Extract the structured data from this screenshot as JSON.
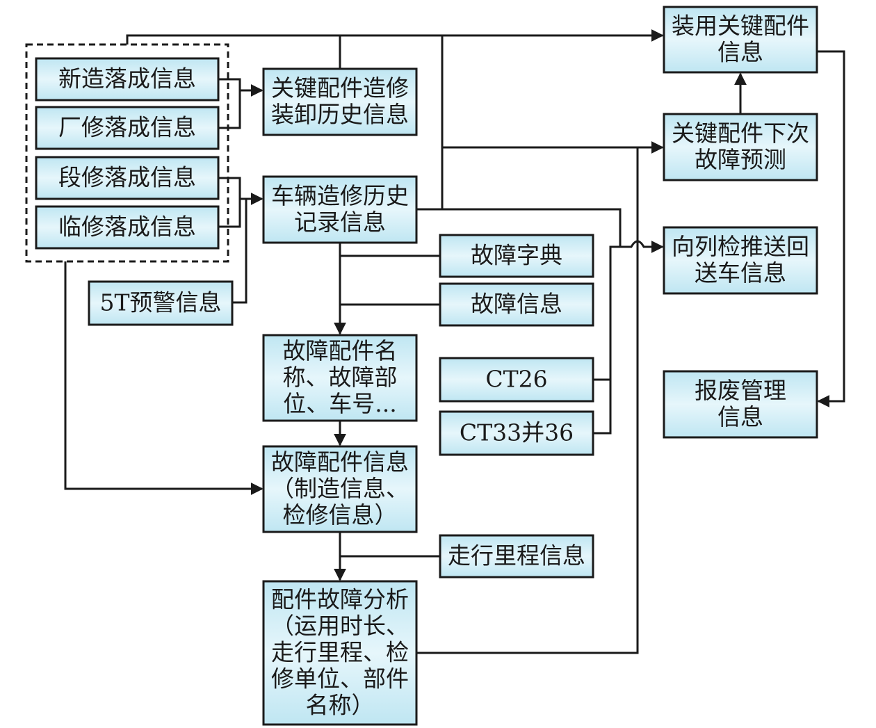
{
  "diagram": {
    "type": "flowchart",
    "title": "",
    "colors": {
      "box_fill_edge": "#bfe6f2",
      "box_fill_center": "#e6f6fb",
      "stroke": "#1a1a1a",
      "background": "#ffffff"
    },
    "groups": [
      {
        "id": "completion_group",
        "label": "",
        "style": "dashed",
        "members": [
          "new_build",
          "factory_repair",
          "depot_repair",
          "temp_repair"
        ]
      }
    ],
    "nodes": [
      {
        "id": "new_build",
        "lines": [
          "新造落成信息"
        ]
      },
      {
        "id": "factory_repair",
        "lines": [
          "厂修落成信息"
        ]
      },
      {
        "id": "depot_repair",
        "lines": [
          "段修落成信息"
        ]
      },
      {
        "id": "temp_repair",
        "lines": [
          "临修落成信息"
        ]
      },
      {
        "id": "key_part_history",
        "lines": [
          "关键配件造修",
          "装卸历史信息"
        ]
      },
      {
        "id": "vehicle_history",
        "lines": [
          "车辆造修历史",
          "记录信息"
        ]
      },
      {
        "id": "warning_5t",
        "lines": [
          "5T预警信息"
        ]
      },
      {
        "id": "fault_dict",
        "lines": [
          "故障字典"
        ]
      },
      {
        "id": "fault_info",
        "lines": [
          "故障信息"
        ]
      },
      {
        "id": "fault_part_name",
        "lines": [
          "故障配件名",
          "称、故障部",
          "位、车号..."
        ]
      },
      {
        "id": "fault_part_info",
        "lines": [
          "故障配件信息",
          "（制造信息、",
          "检修信息）"
        ]
      },
      {
        "id": "mileage_info",
        "lines": [
          "走行里程信息"
        ]
      },
      {
        "id": "part_fault_analysis",
        "lines": [
          "配件故障分析",
          "（运用时长、",
          "走行里程、检",
          "修单位、部件",
          "名称）"
        ]
      },
      {
        "id": "ct26",
        "lines": [
          "CT26"
        ]
      },
      {
        "id": "ct33_36",
        "lines": [
          "CT33并36"
        ]
      },
      {
        "id": "installed_key_parts",
        "lines": [
          "装用关键配件",
          "信息"
        ]
      },
      {
        "id": "next_fault_prediction",
        "lines": [
          "关键配件下次",
          "故障预测"
        ]
      },
      {
        "id": "push_to_inspection",
        "lines": [
          "向列检推送回",
          "送车信息"
        ]
      },
      {
        "id": "scrap_management",
        "lines": [
          "报废管理",
          "信息"
        ]
      }
    ],
    "edges": [
      {
        "from": "new_build",
        "to": "key_part_history"
      },
      {
        "from": "factory_repair",
        "to": "key_part_history"
      },
      {
        "from": "depot_repair",
        "to": "vehicle_history"
      },
      {
        "from": "temp_repair",
        "to": "vehicle_history"
      },
      {
        "from": "warning_5t",
        "to": "vehicle_history"
      },
      {
        "from": "completion_group",
        "to": "installed_key_parts"
      },
      {
        "from": "key_part_history",
        "to": "installed_key_parts"
      },
      {
        "from": "vehicle_history",
        "to": "installed_key_parts"
      },
      {
        "from": "vehicle_history",
        "to": "next_fault_prediction"
      },
      {
        "from": "vehicle_history",
        "to": "push_to_inspection"
      },
      {
        "from": "vehicle_history",
        "to": "fault_part_name"
      },
      {
        "from": "fault_dict",
        "to": "fault_part_name"
      },
      {
        "from": "fault_info",
        "to": "fault_part_name"
      },
      {
        "from": "fault_part_name",
        "to": "fault_part_info"
      },
      {
        "from": "completion_group",
        "to": "fault_part_info"
      },
      {
        "from": "fault_part_info",
        "to": "part_fault_analysis"
      },
      {
        "from": "mileage_info",
        "to": "part_fault_analysis"
      },
      {
        "from": "part_fault_analysis",
        "to": "next_fault_prediction"
      },
      {
        "from": "ct26",
        "to": "push_to_inspection"
      },
      {
        "from": "ct33_36",
        "to": "push_to_inspection"
      },
      {
        "from": "next_fault_prediction",
        "to": "installed_key_parts"
      },
      {
        "from": "installed_key_parts",
        "to": "scrap_management"
      }
    ]
  }
}
